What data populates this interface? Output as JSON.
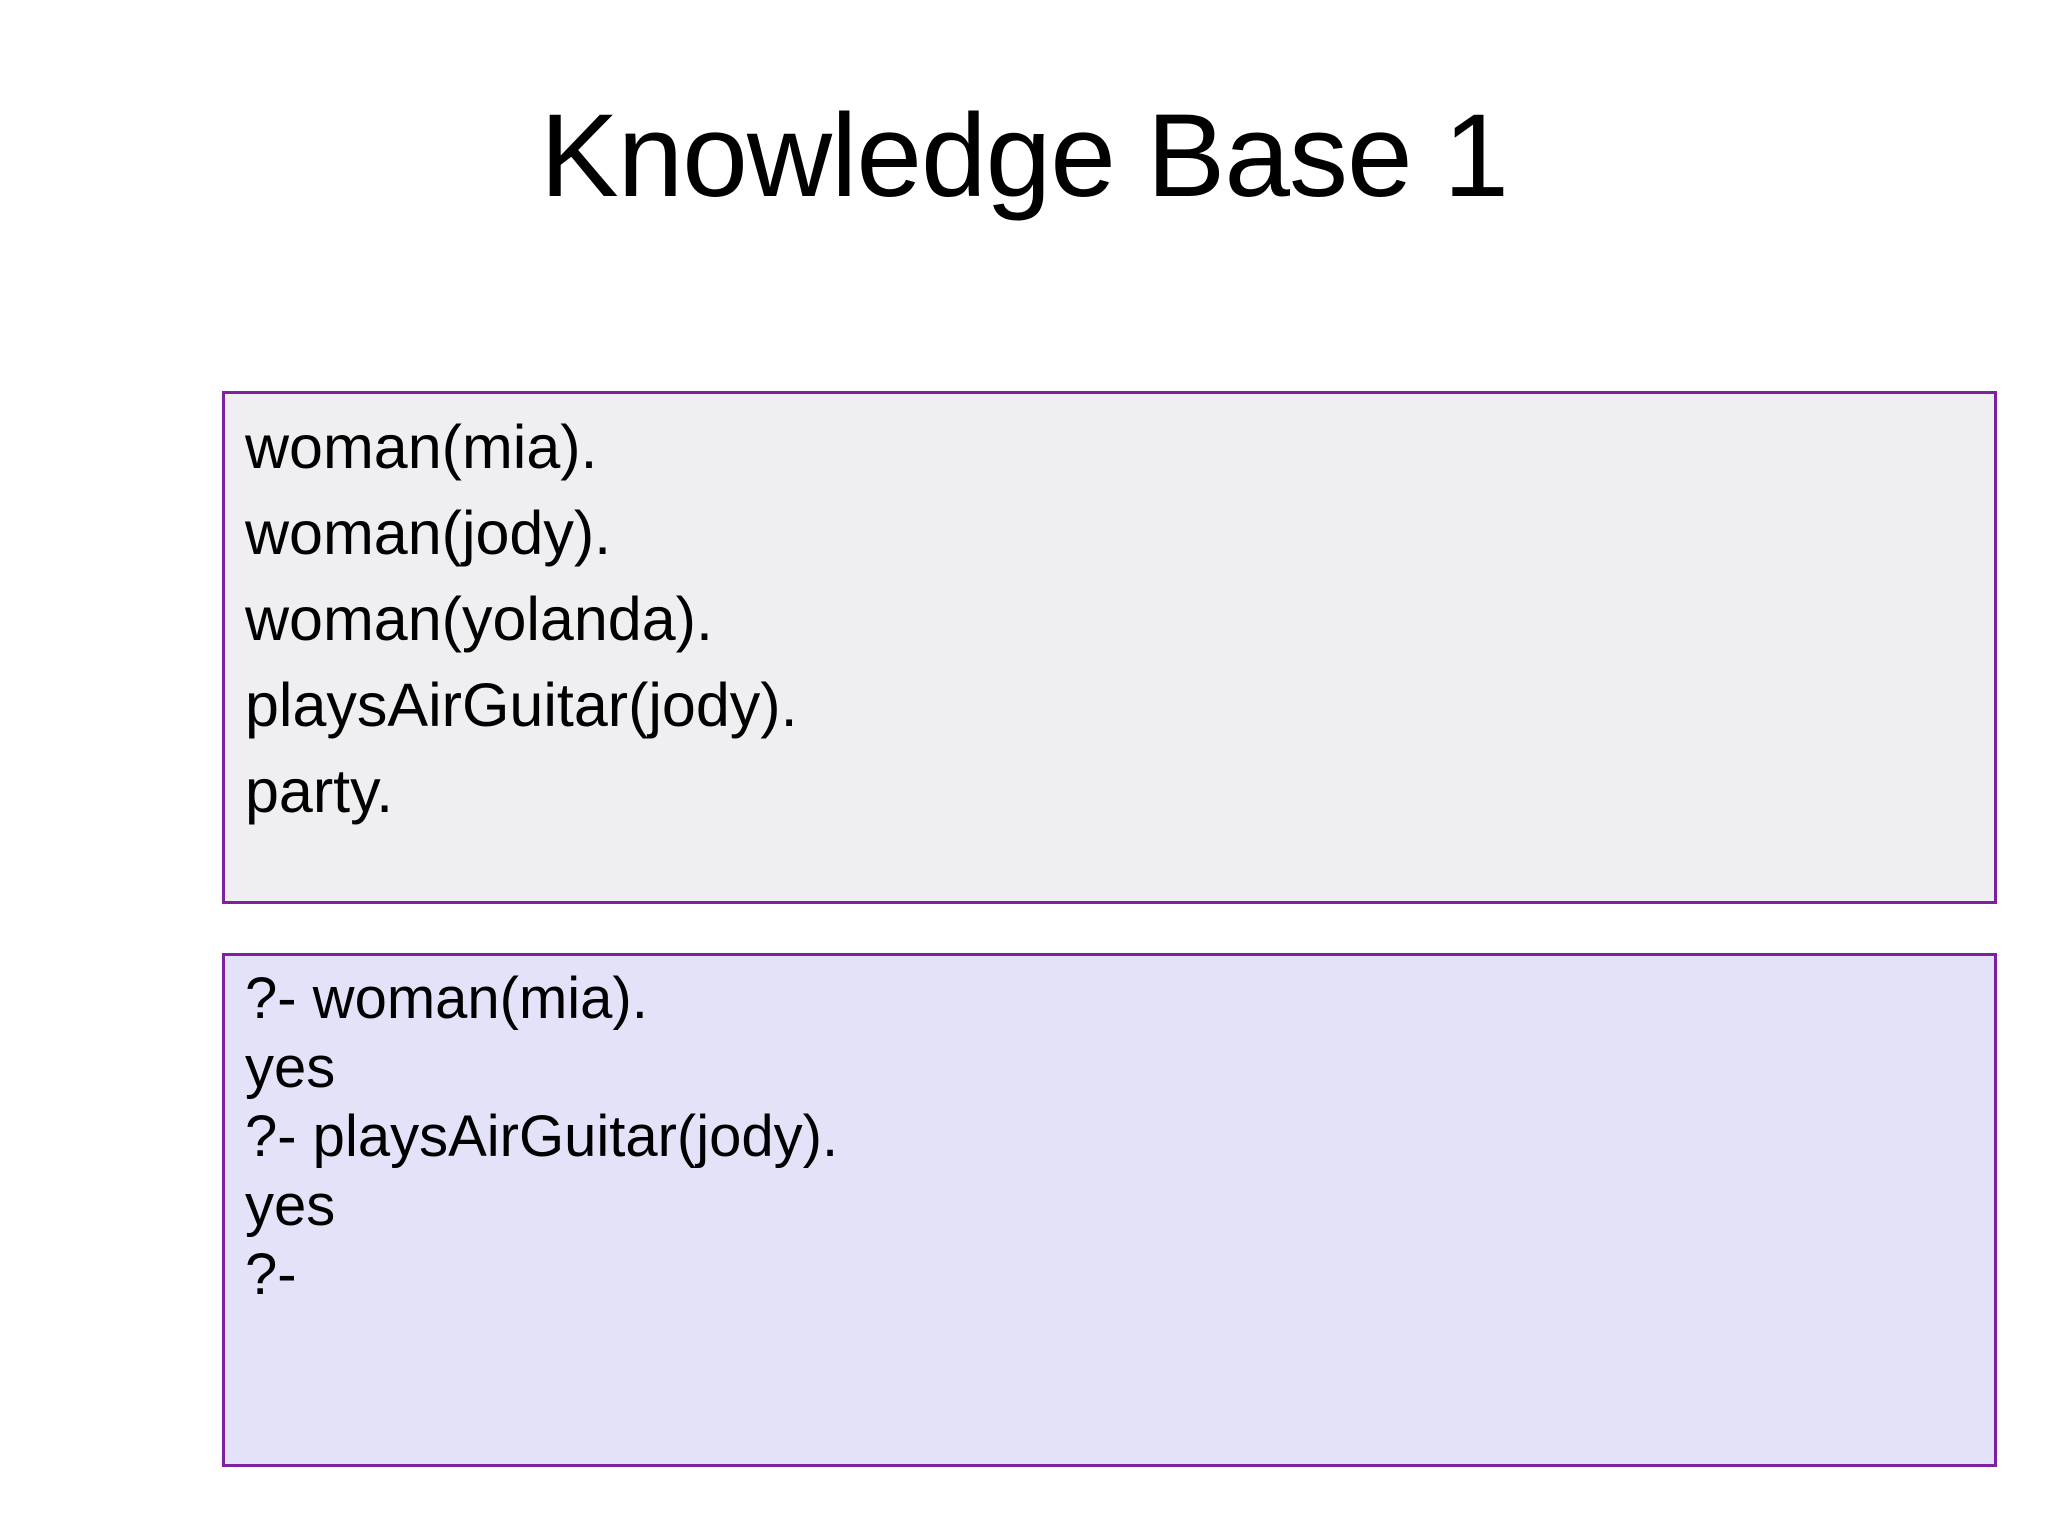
{
  "slide": {
    "title": "Knowledge Base 1"
  },
  "knowledge_base": {
    "facts": [
      "woman(mia).",
      "woman(jody).",
      "woman(yolanda).",
      "playsAirGuitar(jody).",
      "party."
    ]
  },
  "query_session": {
    "lines": [
      "?- woman(mia).",
      "yes",
      "?- playsAirGuitar(jody).",
      "yes",
      "?-"
    ]
  },
  "colors": {
    "background": "#ffffff",
    "box_border": "#7c22a0",
    "knowledge_base_fill": "#efeef0",
    "query_box_fill": "#e3e2f8",
    "text": "#000000"
  }
}
